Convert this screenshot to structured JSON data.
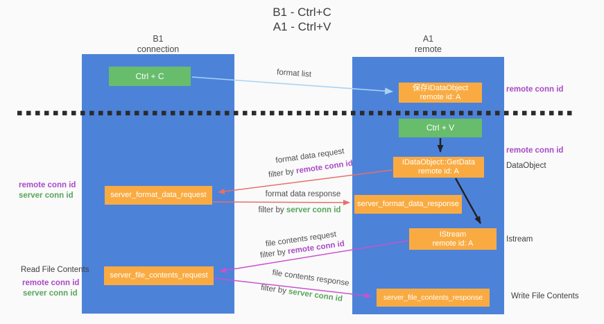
{
  "title": {
    "line1": "B1 - Ctrl+C",
    "line2": "A1 - Ctrl+V"
  },
  "lanes": {
    "left": {
      "name": "B1",
      "role": "connection"
    },
    "right": {
      "name": "A1",
      "role": "remote"
    }
  },
  "nodes": {
    "ctrl_c": {
      "label": "Ctrl + C"
    },
    "save_dataobject": {
      "line1": "保存IDataObject",
      "line2": "remote id: A"
    },
    "ctrl_v": {
      "label": "Ctrl + V"
    },
    "getdata": {
      "line1": "IDataObject::GetData",
      "line2": "remote id: A"
    },
    "server_format_data_request": {
      "label": "server_format_data_request"
    },
    "server_format_data_response": {
      "label": "server_format_data_response"
    },
    "istream": {
      "line1": "IStream",
      "line2": "remote id: A"
    },
    "server_file_contents_request": {
      "label": "server_file_contents_request"
    },
    "server_file_contents_response": {
      "label": "server_file_contents_response"
    }
  },
  "flow_labels": {
    "format_list": "format list",
    "format_data_request": "format data request",
    "format_data_request_filter": {
      "prefix": "filter by ",
      "keyword": "remote conn id"
    },
    "format_data_response": "format data response",
    "format_data_response_filter": {
      "prefix": "filter by ",
      "keyword": "server conn id"
    },
    "file_contents_request": "file contents request",
    "file_contents_request_filter": {
      "prefix": "filter by ",
      "keyword": "remote conn id"
    },
    "file_contents_response": "file contents response",
    "file_contents_response_filter": {
      "prefix": "filter by ",
      "keyword": "server conn id"
    }
  },
  "side_labels": {
    "right_remote_conn_id_top": "remote conn id",
    "right_remote_conn_id_mid": "remote conn id",
    "right_dataobject": "DataObject",
    "right_istream": "Istream",
    "right_write_file_contents": "Write File Contents",
    "left_remote_conn_id_mid": "remote conn id",
    "left_server_conn_id_mid": "server conn id",
    "left_read_file_contents": "Read File Contents",
    "left_remote_conn_id_bottom": "remote conn id",
    "left_server_conn_id_bottom": "server conn id"
  },
  "colors": {
    "lane_blue": "#4d82d9",
    "node_green": "#67bd6b",
    "node_orange": "#f9ab42",
    "remote_conn_purple": "#a94ac6",
    "server_conn_green": "#58a55c",
    "arrow_light_blue": "#a8d4f2",
    "arrow_salmon": "#e77068",
    "arrow_magenta": "#cb51ce",
    "arrow_black": "#222222",
    "dashed_divider": "#2b2b2b"
  }
}
